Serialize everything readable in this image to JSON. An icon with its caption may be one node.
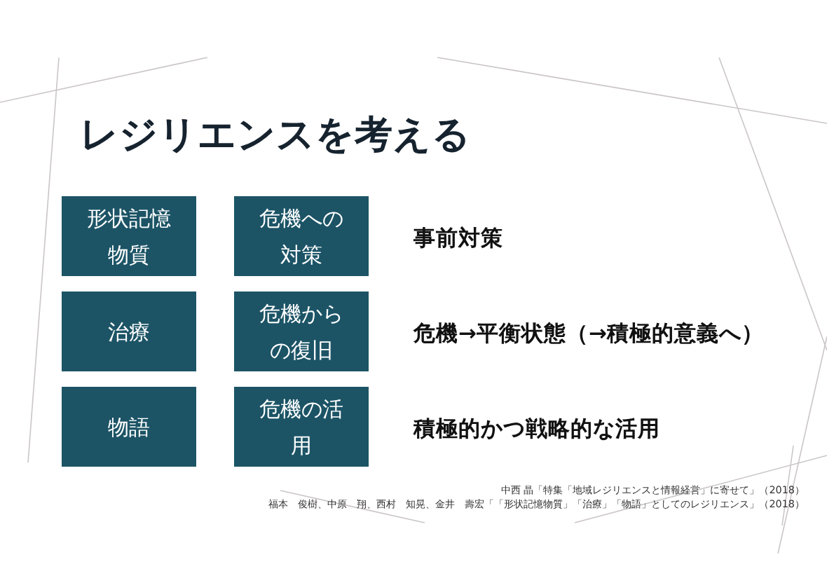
{
  "diagram": {
    "title": "レジリエンスを考える",
    "nodes": [
      {
        "text": [
          "形状記憶物質"
        ]
      },
      {
        "text": [
          "危機への対策"
        ]
      },
      {
        "text": [
          "治療"
        ]
      },
      {
        "text": [
          "危機からの復旧"
        ]
      },
      {
        "text": [
          "物語"
        ]
      },
      {
        "text": [
          "危機の活用"
        ]
      }
    ],
    "labels": [
      "事前対策",
      "危機→平衡状態（→積極的意義へ）",
      "積極的かつ戦略的な活用",
      "中西 晶「特集「地域レジリエンスと情報経営」に寄せて」（2018）",
      "福本　俊樹、中原　翔、西村　知晃、金井　壽宏「「形状記憶物質」「治療」「物語」としてのレジリエンス」（2018）"
    ]
  }
}
